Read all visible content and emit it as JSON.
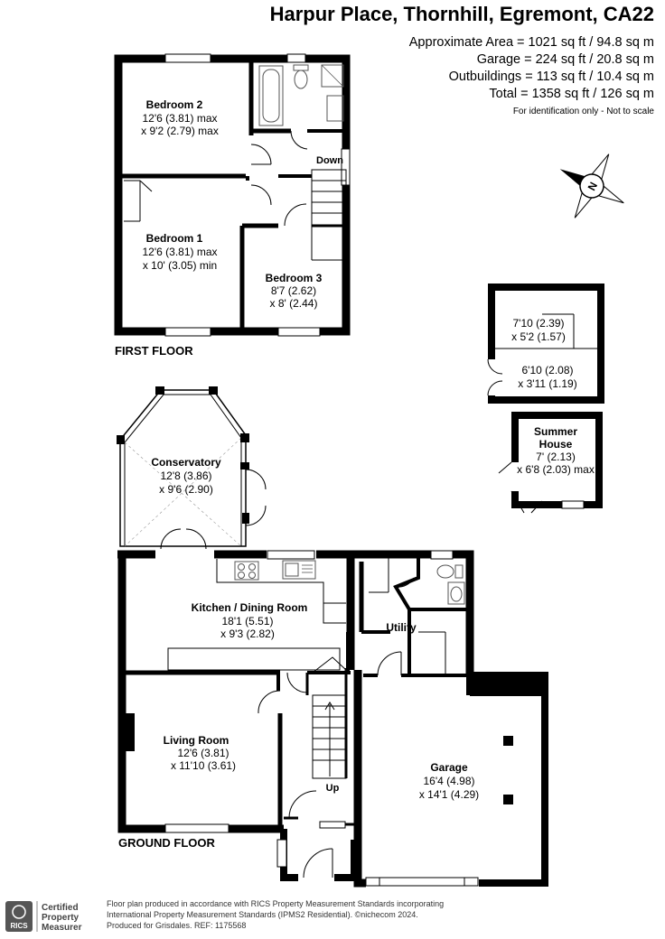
{
  "header": {
    "title": "Harpur Place, Thornhill, Egremont, CA22",
    "areas": [
      "Approximate Area = 1021 sq ft / 94.8 sq m",
      "Garage = 224 sq ft / 20.8 sq m",
      "Outbuildings = 113 sq ft / 10.4 sq m",
      "Total = 1358 sq ft / 126 sq m"
    ],
    "disclaimer": "For identification only - Not to scale"
  },
  "compass": {
    "label": "N"
  },
  "floors": {
    "first": "FIRST FLOOR",
    "ground": "GROUND FLOOR"
  },
  "rooms": {
    "bedroom2": {
      "name": "Bedroom 2",
      "dim1": "12'6 (3.81) max",
      "dim2": "x 9'2 (2.79) max"
    },
    "bedroom1": {
      "name": "Bedroom 1",
      "dim1": "12'6 (3.81) max",
      "dim2": "x 10' (3.05) min"
    },
    "bedroom3": {
      "name": "Bedroom 3",
      "dim1": "8'7 (2.62)",
      "dim2": "x 8' (2.44)"
    },
    "store1": {
      "dim1": "7'10 (2.39)",
      "dim2": "x 5'2 (1.57)"
    },
    "store2": {
      "dim1": "6'10 (2.08)",
      "dim2": "x 3'11 (1.19)"
    },
    "summer": {
      "name1": "Summer",
      "name2": "House",
      "dim1": "7' (2.13)",
      "dim2": "x 6'8 (2.03) max"
    },
    "conservatory": {
      "name": "Conservatory",
      "dim1": "12'8 (3.86)",
      "dim2": "x 9'6 (2.90)"
    },
    "kitchen": {
      "name": "Kitchen / Dining Room",
      "dim1": "18'1 (5.51)",
      "dim2": "x 9'3 (2.82)"
    },
    "utility": {
      "name": "Utility"
    },
    "living": {
      "name": "Living Room",
      "dim1": "12'6 (3.81)",
      "dim2": "x 11'10 (3.61)"
    },
    "garage": {
      "name": "Garage",
      "dim1": "16'4 (4.98)",
      "dim2": "x 14'1 (4.29)"
    }
  },
  "labels": {
    "down": "Down",
    "up": "Up"
  },
  "footer": {
    "badge_lines": [
      "Certified",
      "Property",
      "Measurer"
    ],
    "badge_mark": "RICS",
    "lines": [
      "Floor plan produced in accordance with RICS Property Measurement Standards incorporating",
      "International Property Measurement Standards (IPMS2 Residential).  ©nichecom 2024.",
      "Produced for Grisdales.  REF: 1175568"
    ]
  },
  "colors": {
    "wall": "#000000",
    "fixture": "#555555",
    "background": "#ffffff"
  }
}
